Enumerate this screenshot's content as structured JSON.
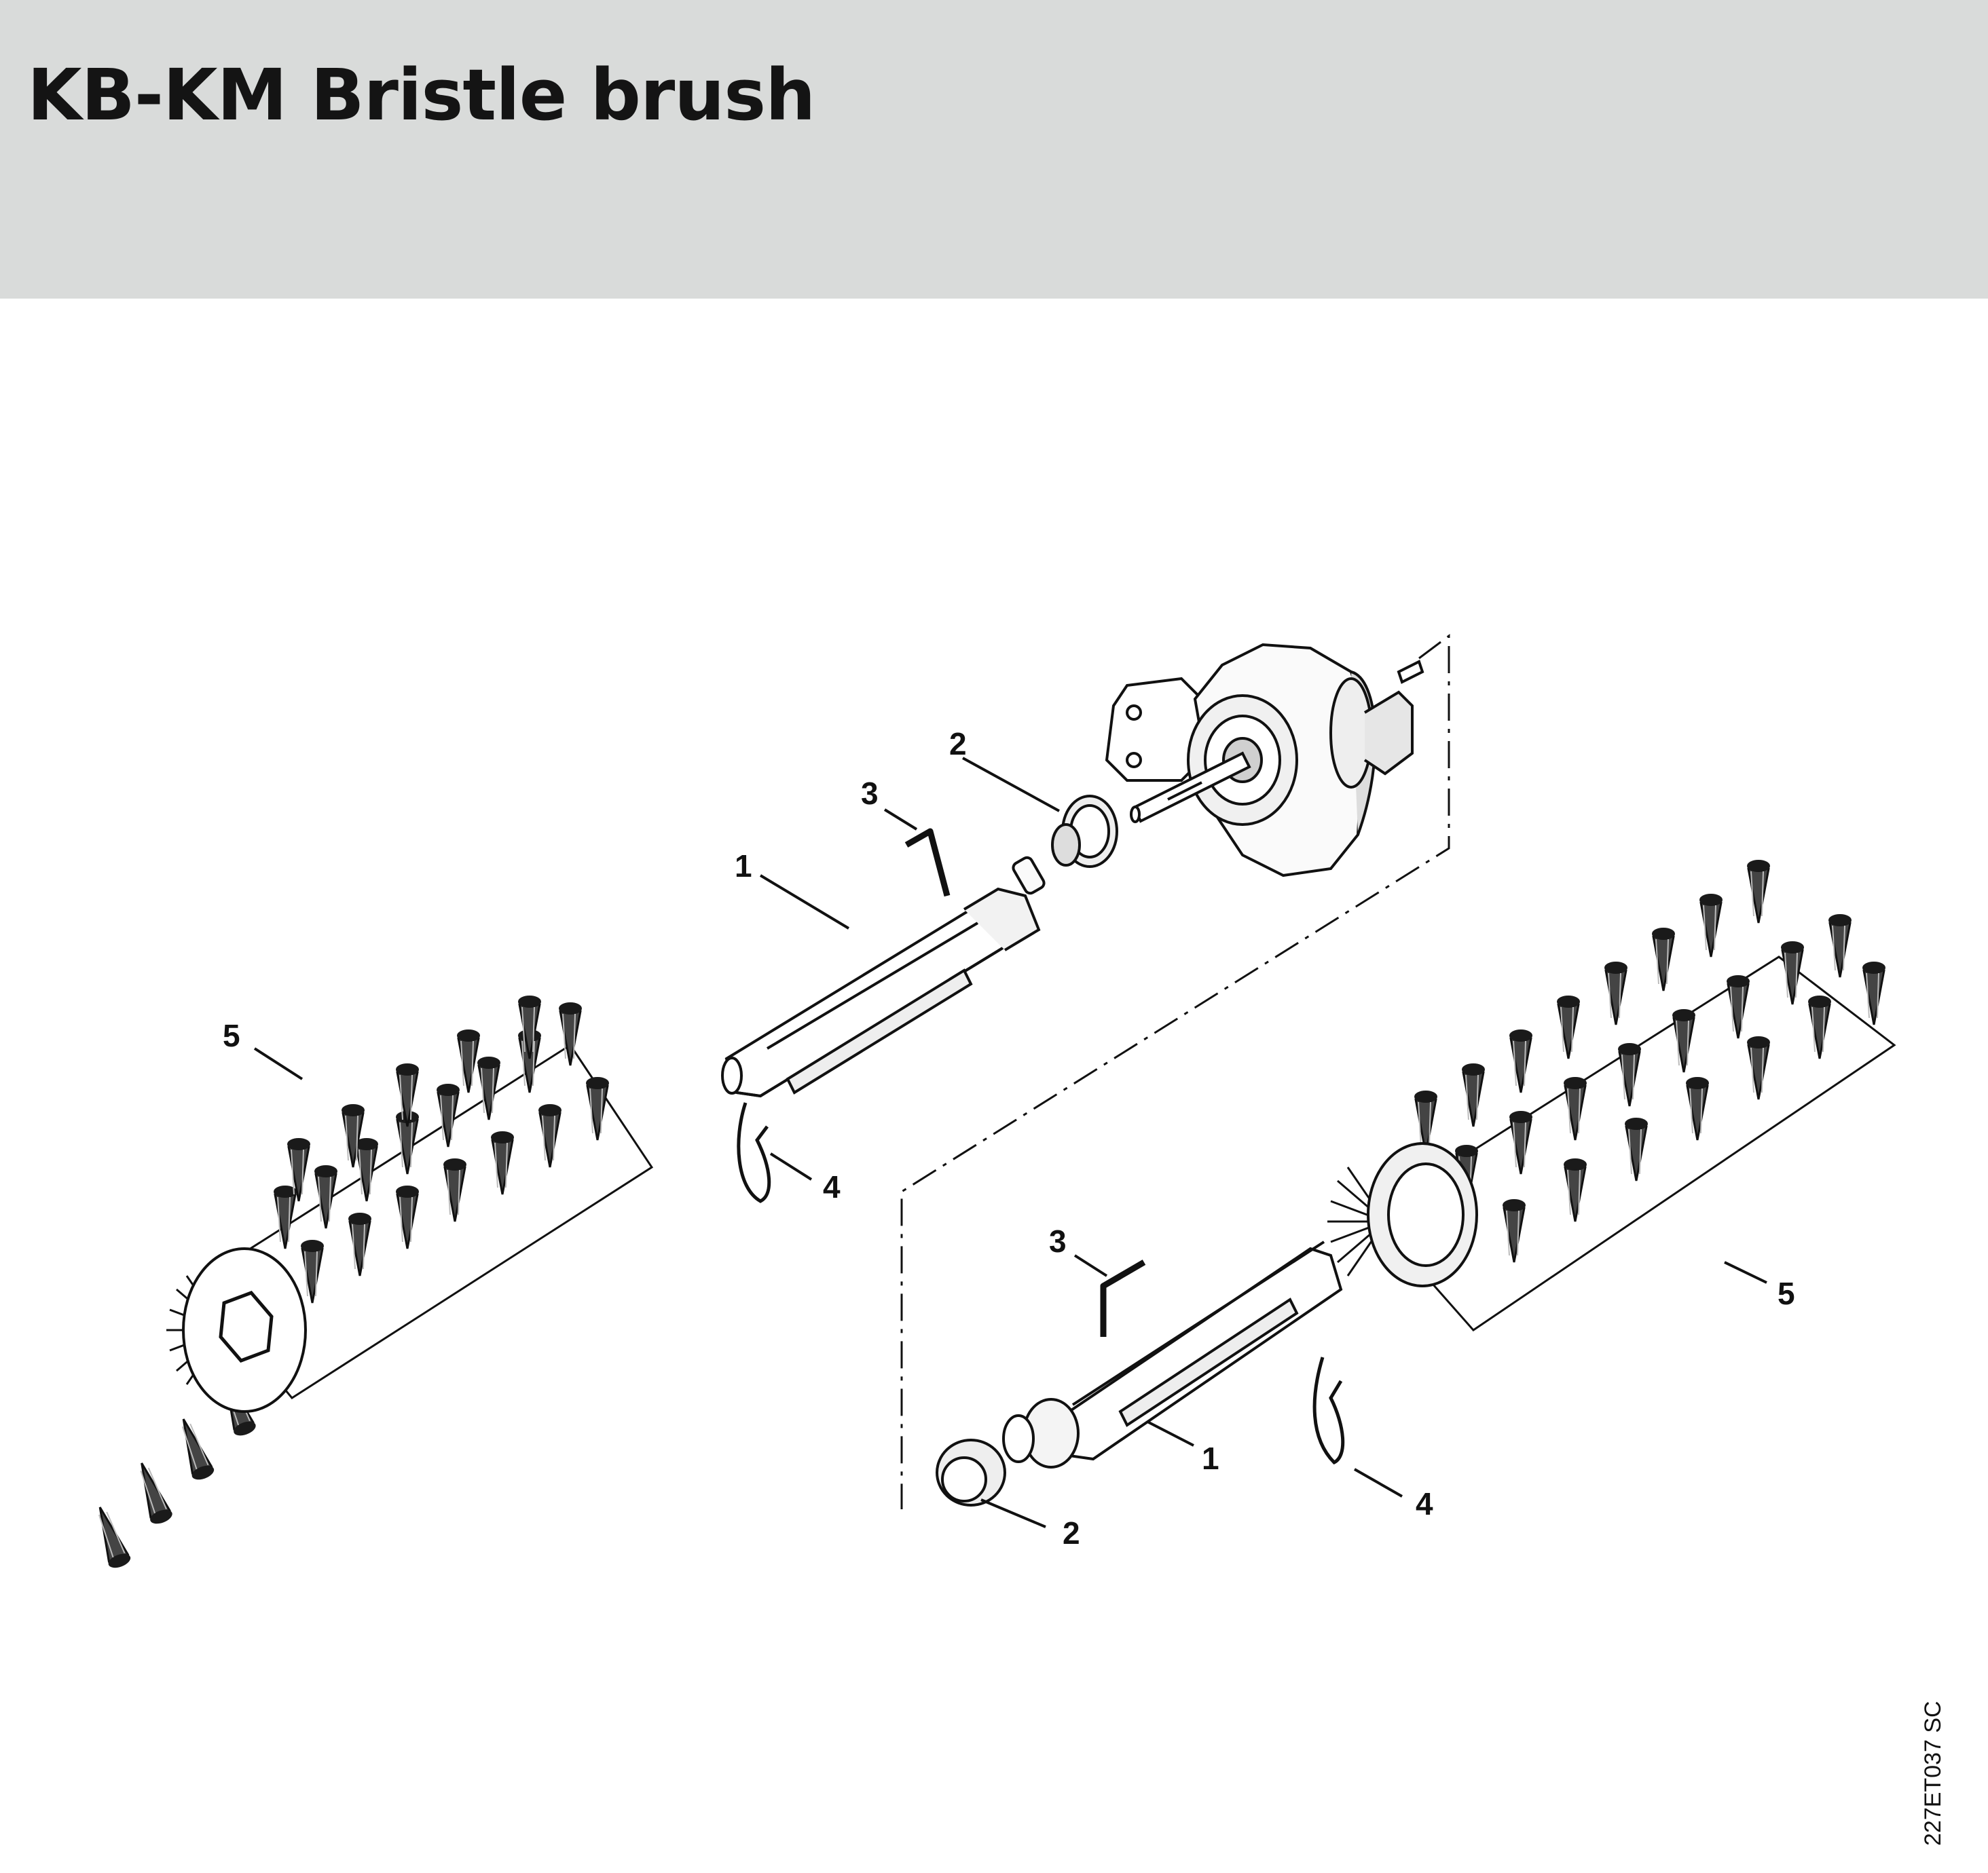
{
  "header": {
    "title": "KB-KM Bristle brush",
    "background": "#d9dbda"
  },
  "callouts": {
    "top": {
      "shaft": "1",
      "bushing": "2",
      "pin": "3",
      "clip": "4",
      "brush": "5"
    },
    "bottom": {
      "shaft": "1",
      "bushing": "2",
      "pin": "3",
      "clip": "4",
      "brush": "5"
    }
  },
  "image_code": "227ET037 SC"
}
